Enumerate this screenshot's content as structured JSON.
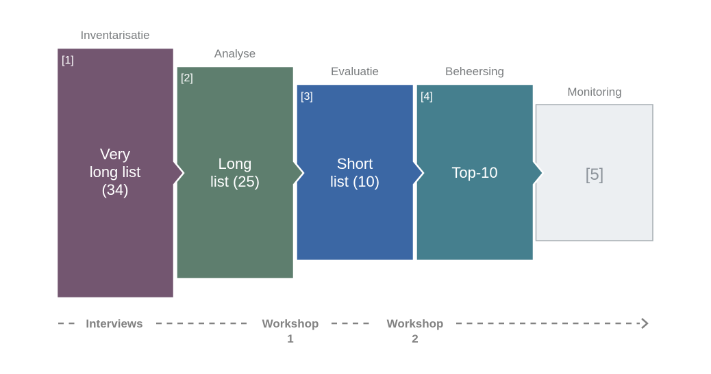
{
  "theme": {
    "background": "#ffffff",
    "stage_label_color": "#7a7d7f",
    "stage_text_color": "#ffffff",
    "timeline_color": "#828282",
    "monitoring_fill": "#eceff2",
    "monitoring_border": "#a6aeb3",
    "monitoring_text_color": "#8b9299"
  },
  "stages": [
    {
      "label": "Inventarisatie",
      "ref": "[1]",
      "lines": [
        "Very",
        "long list",
        "(34)"
      ],
      "color": "#735670"
    },
    {
      "label": "Analyse",
      "ref": "[2]",
      "lines": [
        "Long",
        "list (25)"
      ],
      "color": "#5e7e6e"
    },
    {
      "label": "Evaluatie",
      "ref": "[3]",
      "lines": [
        "Short",
        "list (10)"
      ],
      "color": "#3b67a4"
    },
    {
      "label": "Beheersing",
      "ref": "[4]",
      "lines": [
        "Top-10"
      ],
      "color": "#457f8e"
    },
    {
      "label": "Monitoring",
      "ref": "[5]",
      "lines": [],
      "color": "#eceff2"
    }
  ],
  "timeline": {
    "labels": [
      {
        "text": "Interviews",
        "sub": ""
      },
      {
        "text": "Workshop",
        "sub": "1"
      },
      {
        "text": "Workshop",
        "sub": "2"
      }
    ]
  }
}
